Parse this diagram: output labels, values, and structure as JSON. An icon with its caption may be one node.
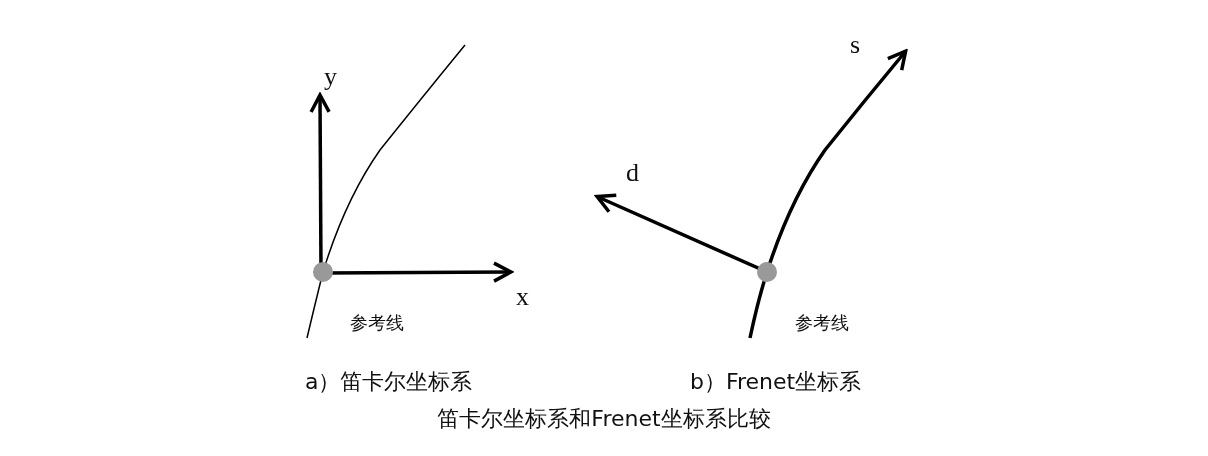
{
  "diagram": {
    "caption": "笛卡尔坐标系和Frenet坐标系比较",
    "labels": [
      "y",
      "x",
      "参考线",
      "a）笛卡尔坐标系",
      "s",
      "d",
      "参考线",
      "b）Frenet坐标系"
    ]
  }
}
